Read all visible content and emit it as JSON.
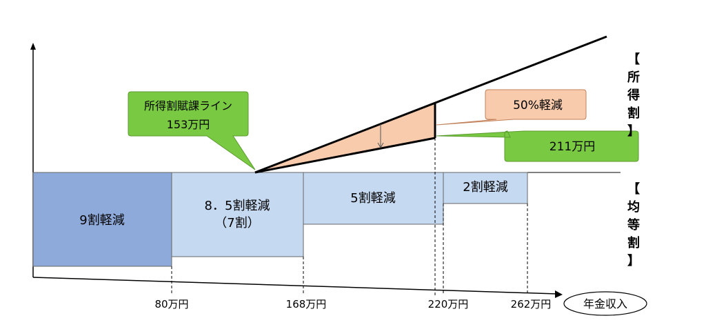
{
  "colors": {
    "level9": "#8eaadb",
    "level85": "#c5d9f1",
    "level5": "#c5d9f1",
    "level2": "#c5d9f1",
    "orange": "#f8cbad",
    "callout_green": "#7ac943",
    "line": "#000000"
  },
  "reduction_blocks": [
    {
      "label": "9割軽減",
      "sublabel": ""
    },
    {
      "label": "8．5割軽減",
      "sublabel": "（7割）"
    },
    {
      "label": "5割軽減",
      "sublabel": ""
    },
    {
      "label": "2割軽減",
      "sublabel": ""
    }
  ],
  "callouts": {
    "line_title": "所得割賦課ライン",
    "line_value": "153万円",
    "reduction50": "50%軽減",
    "value211": "211万円"
  },
  "x_ticks": [
    "80万円",
    "168万円",
    "220万円",
    "262万円"
  ],
  "x_axis_label": "年金収入",
  "side_labels": {
    "income": [
      "【",
      "所",
      "得",
      "割",
      "】"
    ],
    "flat": [
      "【",
      "均",
      "等",
      "割",
      "】"
    ]
  }
}
